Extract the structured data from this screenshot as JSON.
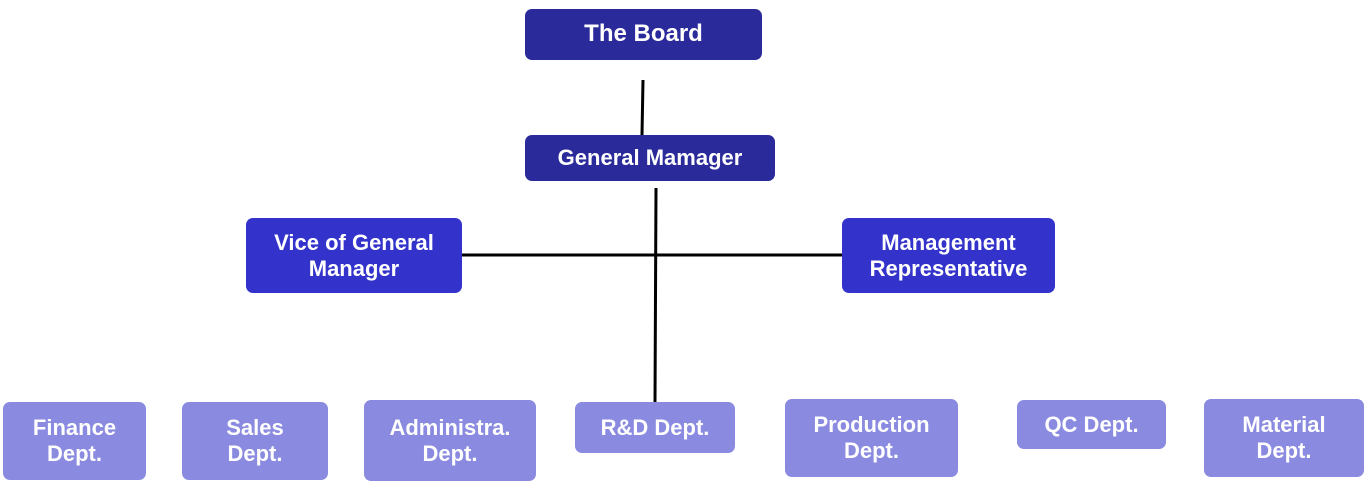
{
  "org_chart": {
    "top": {
      "label": "The Board"
    },
    "general_manager": {
      "label": "General Mamager"
    },
    "vice": {
      "label": "Vice of General\nManager"
    },
    "management_rep": {
      "label": "Management\nRepresentative"
    },
    "departments": [
      {
        "label": "Finance\nDept."
      },
      {
        "label": "Sales\nDept."
      },
      {
        "label": "Administra.\nDept."
      },
      {
        "label": "R&D Dept."
      },
      {
        "label": "Production\nDept."
      },
      {
        "label": "QC Dept."
      },
      {
        "label": "Material\nDept."
      }
    ]
  },
  "colors": {
    "top_level": "#2a2a9a",
    "assistant_level": "#3333cc",
    "department_level": "#8a8ae0",
    "text": "#ffffff",
    "connector": "#000000"
  }
}
